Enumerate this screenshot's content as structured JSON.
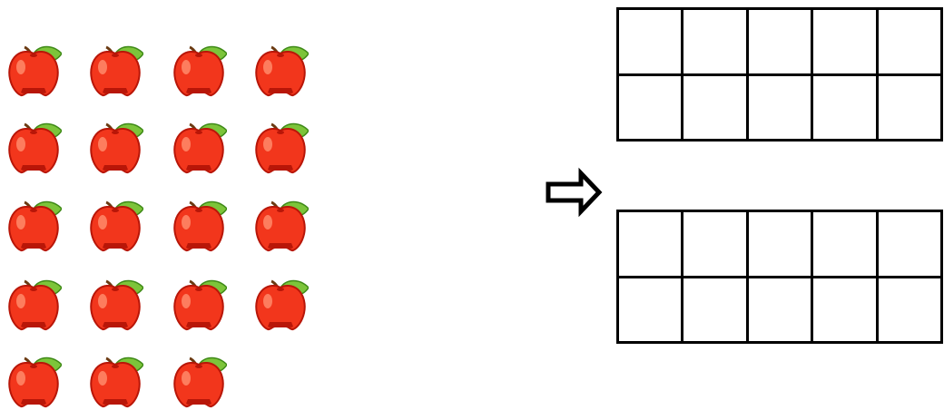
{
  "apples": {
    "icon": "apple-icon",
    "count": 19,
    "rows": [
      4,
      4,
      4,
      4,
      3
    ],
    "colors": {
      "body": "#f2361c",
      "shade": "#b81608",
      "highlight": "#ff8a6a",
      "leaf": "#7cc43a",
      "leaf_dark": "#3f8a18",
      "stem": "#6b3a12"
    }
  },
  "arrow": {
    "icon": "right-arrow-icon",
    "direction": "right"
  },
  "ten_frames": [
    {
      "rows": 2,
      "columns": 5
    },
    {
      "rows": 2,
      "columns": 5
    }
  ]
}
